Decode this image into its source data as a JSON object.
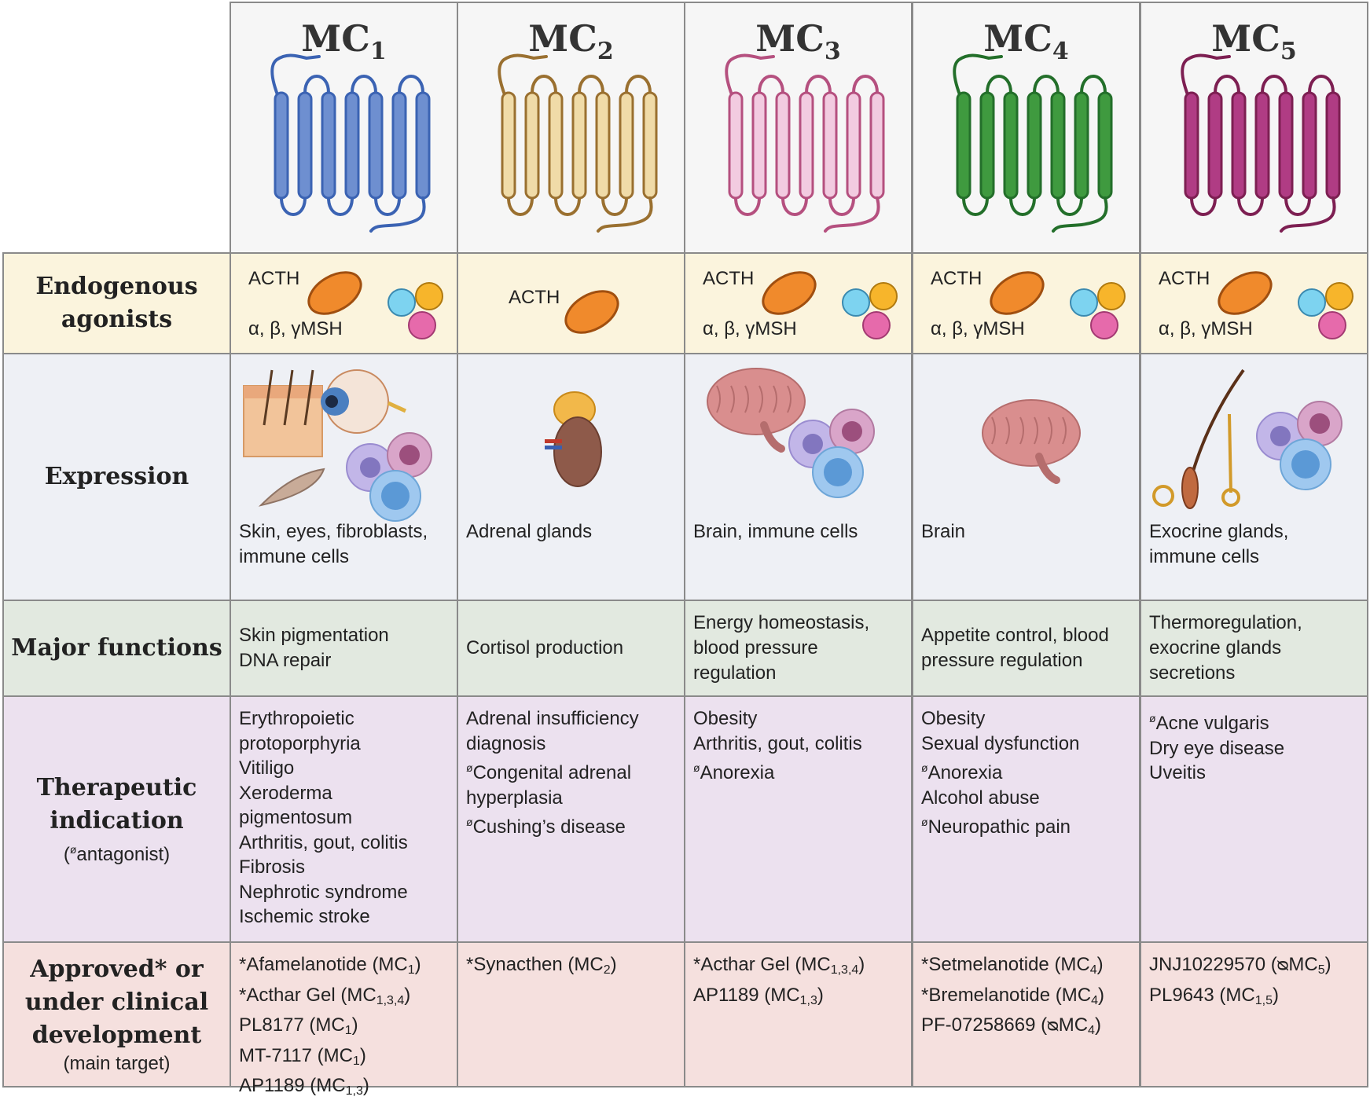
{
  "receptors": [
    {
      "title": "MC",
      "sub": "1",
      "color": "#3b63b3",
      "fill": "#6e8fd0",
      "agonists": {
        "acth": "ACTH",
        "msh": "α, β, γMSH",
        "has_msh": true
      },
      "expression": [
        "Skin, eyes, fibroblasts,",
        "immune cells"
      ],
      "functions": [
        "Skin pigmentation",
        "DNA repair"
      ],
      "indications": [
        [
          "",
          "Erythropoietic"
        ],
        [
          "",
          "protoporphyria"
        ],
        [
          "",
          "Vitiligo"
        ],
        [
          "",
          "Xeroderma"
        ],
        [
          "",
          "pigmentosum"
        ],
        [
          "",
          "Arthritis, gout, colitis"
        ],
        [
          "",
          "Fibrosis"
        ],
        [
          "",
          "Nephrotic syndrome"
        ],
        [
          "",
          "Ischemic stroke"
        ]
      ],
      "drugs": [
        [
          "*Afamelanotide (MC",
          "1",
          ")"
        ],
        [
          "*Acthar Gel (MC",
          "1,3,4",
          ")"
        ],
        [
          "PL8177 (MC",
          "1",
          ")"
        ],
        [
          "MT-7117 (MC",
          "1",
          ")"
        ],
        [
          "AP1189 (MC",
          "1,3",
          ")"
        ]
      ]
    },
    {
      "title": "MC",
      "sub": "2",
      "color": "#9a7030",
      "fill": "#f0dba8",
      "agonists": {
        "acth": "ACTH",
        "msh": "",
        "has_msh": false
      },
      "expression": [
        "Adrenal glands"
      ],
      "functions": [
        "Cortisol production"
      ],
      "indications": [
        [
          "",
          "Adrenal insufficiency"
        ],
        [
          "",
          "diagnosis"
        ],
        [
          "ø",
          "Congenital adrenal"
        ],
        [
          "",
          "hyperplasia"
        ],
        [
          "ø",
          "Cushing’s disease"
        ]
      ],
      "drugs": [
        [
          "*Synacthen (MC",
          "2",
          ")"
        ]
      ]
    },
    {
      "title": "MC",
      "sub": "3",
      "color": "#b5507f",
      "fill": "#f2cbe0",
      "agonists": {
        "acth": "ACTH",
        "msh": "α, β, γMSH",
        "has_msh": true
      },
      "expression": [
        "Brain, immune cells"
      ],
      "functions": [
        "Energy homeostasis,",
        "blood pressure",
        "regulation"
      ],
      "indications": [
        [
          "",
          "Obesity"
        ],
        [
          "",
          "Arthritis, gout, colitis"
        ],
        [
          "ø",
          "Anorexia"
        ]
      ],
      "drugs": [
        [
          "*Acthar Gel (MC",
          "1,3,4",
          ")"
        ],
        [
          "AP1189 (MC",
          "1,3",
          ")"
        ]
      ]
    },
    {
      "title": "MC",
      "sub": "4",
      "color": "#236f2a",
      "fill": "#3f9a3f",
      "agonists": {
        "acth": "ACTH",
        "msh": "α, β, γMSH",
        "has_msh": true
      },
      "expression": [
        "Brain"
      ],
      "functions": [
        "Appetite control, blood",
        "pressure regulation"
      ],
      "indications": [
        [
          "",
          "Obesity"
        ],
        [
          "",
          "Sexual dysfunction"
        ],
        [
          "ø",
          "Anorexia"
        ],
        [
          "",
          "Alcohol abuse"
        ],
        [
          "ø",
          "Neuropathic pain"
        ]
      ],
      "drugs": [
        [
          "*Setmelanotide (MC",
          "4",
          ")"
        ],
        [
          "*Bremelanotide (MC",
          "4",
          ")"
        ],
        [
          "PF-07258669 (ᴓMC",
          "4",
          ")"
        ]
      ]
    },
    {
      "title": "MC",
      "sub": "5",
      "color": "#7d1f52",
      "fill": "#b03c84",
      "agonists": {
        "acth": "ACTH",
        "msh": "α, β, γMSH",
        "has_msh": true
      },
      "expression": [
        "Exocrine glands,",
        "immune cells"
      ],
      "functions": [
        "Thermoregulation,",
        "exocrine glands",
        "secretions"
      ],
      "indications": [
        [
          "ø",
          "Acne vulgaris"
        ],
        [
          "",
          "Dry eye disease"
        ],
        [
          "",
          "Uveitis"
        ]
      ],
      "drugs": [
        [
          "JNJ10229570 (ᴓMC",
          "5",
          ")"
        ],
        [
          "PL9643 (MC",
          "1,5",
          ")"
        ]
      ]
    }
  ],
  "row_labels": {
    "agonists": [
      "Endogenous",
      "agonists"
    ],
    "expression": [
      "Expression"
    ],
    "functions": [
      "Major functions"
    ],
    "indication": [
      "Therapeutic",
      "indication"
    ],
    "indication_sub": {
      "mark": "ø",
      "text": "antagonist)",
      "open": "("
    },
    "approved": [
      "Approved* or",
      "under clinical",
      "development"
    ],
    "approved_sub": "(main target)"
  },
  "colors": {
    "acth": "#f08a2c",
    "msh_cyan": "#7dd3f0",
    "msh_yellow": "#f7b52b",
    "msh_pink": "#e66aab"
  }
}
